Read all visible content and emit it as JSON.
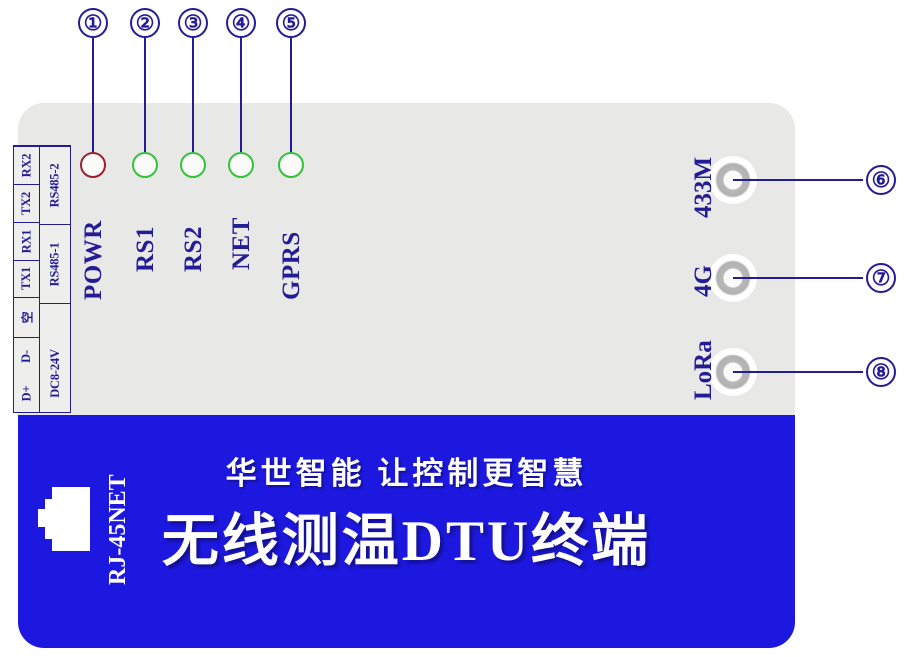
{
  "device": {
    "product_title": "无线测温DTU终端",
    "slogan": "华世智能 让控制更智慧",
    "ethernet_port_label": "RJ-45NET",
    "body_color": "#e8e8e6",
    "faceplate_color": "#1d18e0",
    "label_color": "#241c96"
  },
  "terminal_block": {
    "pins": [
      {
        "label": "D+"
      },
      {
        "label": "D-"
      },
      {
        "label": "空"
      },
      {
        "label": "TX1"
      },
      {
        "label": "RX1"
      },
      {
        "label": "TX2"
      },
      {
        "label": "RX2"
      }
    ],
    "groups": [
      {
        "label": "DC8-24V"
      },
      {
        "label": "RS485-1"
      },
      {
        "label": "RS485-2"
      }
    ]
  },
  "indicators": [
    {
      "callout": "①",
      "label": "POWR",
      "color": "#9c2030",
      "state": "red"
    },
    {
      "callout": "②",
      "label": "RS1",
      "color": "#35c23b",
      "state": "green"
    },
    {
      "callout": "③",
      "label": "RS2",
      "color": "#35c23b",
      "state": "green"
    },
    {
      "callout": "④",
      "label": "NET",
      "color": "#35c23b",
      "state": "green"
    },
    {
      "callout": "⑤",
      "label": "GPRS",
      "color": "#35c23b",
      "state": "green"
    }
  ],
  "antennas": [
    {
      "callout": "⑥",
      "label": "433M"
    },
    {
      "callout": "⑦",
      "label": "4G"
    },
    {
      "callout": "⑧",
      "label": "LoRa"
    }
  ]
}
